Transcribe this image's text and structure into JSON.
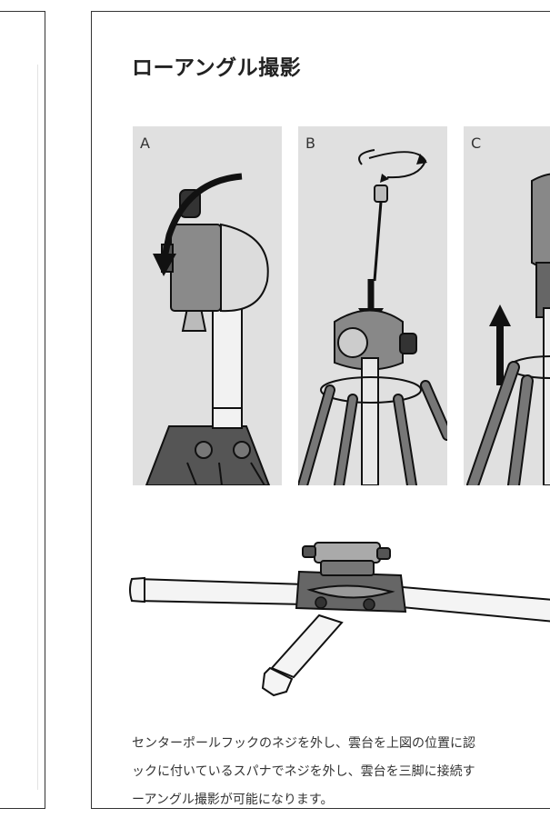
{
  "section": {
    "title": "ローアングル撮影"
  },
  "figures": [
    {
      "label": "A",
      "icon": "center-pole-hook-head-icon"
    },
    {
      "label": "B",
      "icon": "remove-screw-spanner-icon"
    },
    {
      "label": "C",
      "icon": "remove-center-pole-icon"
    }
  ],
  "low_figure": {
    "icon": "low-angle-tripod-icon"
  },
  "caption": {
    "lines": [
      "センターポールフックのネジを外し、雲台を上図の位置に認",
      "ックに付いているスパナでネジを外し、雲台を三脚に接続す",
      "ーアングル撮影が可能になります。"
    ]
  },
  "colors": {
    "panel_bg": "#e0e0e0",
    "ink": "#222222",
    "border": "#333333"
  }
}
